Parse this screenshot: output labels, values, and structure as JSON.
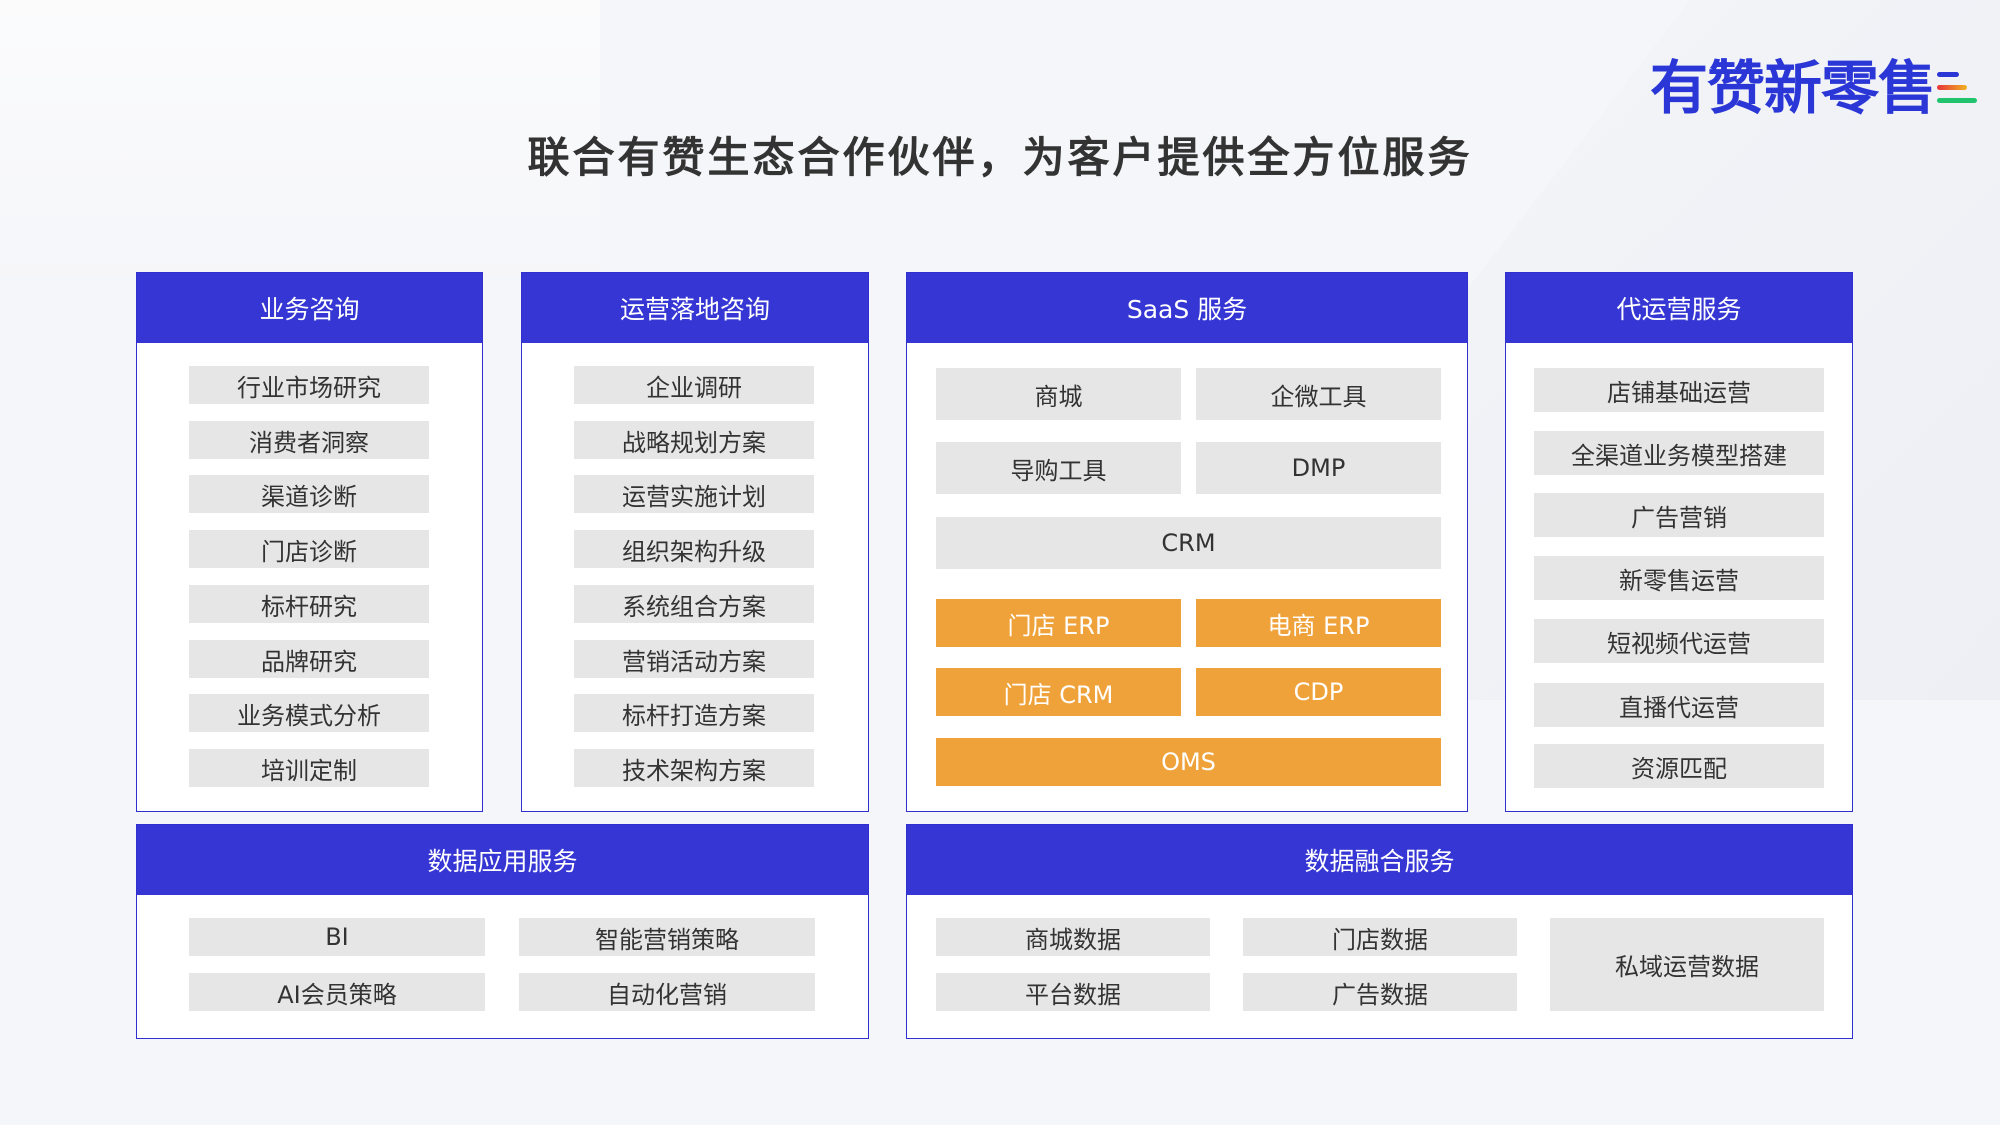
{
  "logo": {
    "text": "有赞新零售",
    "bar_colors": [
      "#2a36d6",
      "#e8343a",
      "#f0b323",
      "#21c46c"
    ]
  },
  "title": "联合有赞生态合作伙伴，为客户提供全方位服务",
  "business_consulting": {
    "header": "业务咨询",
    "items": [
      "行业市场研究",
      "消费者洞察",
      "渠道诊断",
      "门店诊断",
      "标杆研究",
      "品牌研究",
      "业务模式分析",
      "培训定制"
    ]
  },
  "operations_consulting": {
    "header": "运营落地咨询",
    "items": [
      "企业调研",
      "战略规划方案",
      "运营实施计划",
      "组织架构升级",
      "系统组合方案",
      "营销活动方案",
      "标杆打造方案",
      "技术架构方案"
    ]
  },
  "saas": {
    "header": "SaaS 服务",
    "items": [
      "商城",
      "企微工具",
      "导购工具",
      "DMP",
      "CRM"
    ],
    "orange_items": [
      "门店 ERP",
      "电商 ERP",
      "门店 CRM",
      "CDP",
      "OMS"
    ],
    "orange_color": "#efa23a"
  },
  "agency_ops": {
    "header": "代运营服务",
    "items": [
      "店铺基础运营",
      "全渠道业务模型搭建",
      "广告营销",
      "新零售运营",
      "短视频代运营",
      "直播代运营",
      "资源匹配"
    ]
  },
  "data_app": {
    "header": "数据应用服务",
    "items": [
      "BI",
      "智能营销策略",
      "AI会员策略",
      "自动化营销"
    ]
  },
  "data_fusion": {
    "header": "数据融合服务",
    "items": [
      "商城数据",
      "门店数据",
      "平台数据",
      "广告数据",
      "私域运营数据"
    ]
  },
  "colors": {
    "header_blue": "#3636d4",
    "item_gray": "#e6e6e6",
    "border": "#3030d0"
  }
}
